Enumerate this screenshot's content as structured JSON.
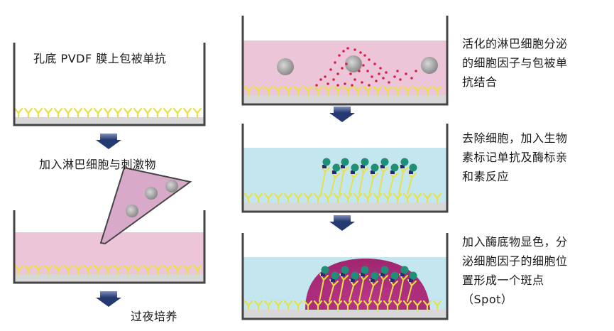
{
  "labels": {
    "step1": "孔底 PVDF 膜上包被单抗",
    "step2": "加入淋巴细胞与刺激物",
    "step3": "过夜培养",
    "step4": [
      "活化的淋巴细胞分泌",
      "的细胞因子与包被单",
      "抗结合"
    ],
    "step5": [
      "去除细胞，加入生物",
      "素标记单抗及酶标亲",
      "和素反应"
    ],
    "step6": [
      "加入酶底物显色，分",
      "泌细胞因子的细胞位",
      "置形成一个斑点",
      "（Spot）"
    ]
  },
  "colors": {
    "antibody": "#e8e04a",
    "membrane": "#d9d9d9",
    "pink_medium": "#ecc6d8",
    "blue_medium": "#c4e6ef",
    "spot": "#b02d82",
    "cell": "#9a9a9a",
    "cytokine": "#d6204a",
    "teal_bead": "#1f8f78",
    "navy_tag": "#2a2a6a",
    "arrow": "#2c3e78",
    "well_wall": "#444444"
  }
}
